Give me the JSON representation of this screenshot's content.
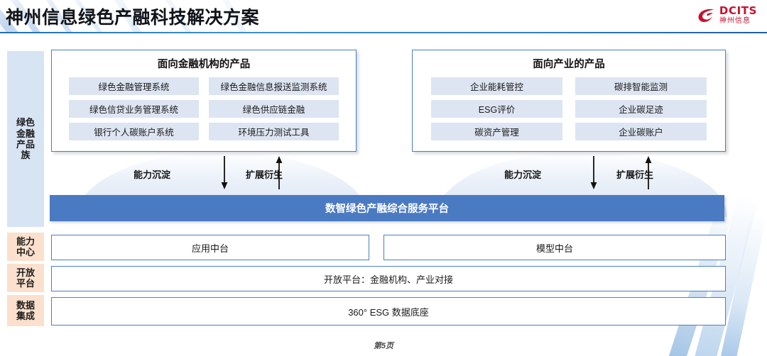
{
  "header": {
    "title": "神州信息绿色产融科技解决方案",
    "logo": {
      "en": "DCITS",
      "cn": "神州信息",
      "color": "#c8102e",
      "icon": "dcits-swoosh-icon"
    }
  },
  "rail": {
    "items": [
      {
        "id": "green-finance-products",
        "lines": [
          "绿色",
          "金融",
          "产品",
          "族"
        ],
        "color": "#d7e4f3"
      },
      {
        "id": "capability-center",
        "lines": [
          "能力",
          "中心"
        ],
        "color": "#fbe0cd"
      },
      {
        "id": "open-platform",
        "lines": [
          "开放",
          "平台"
        ],
        "color": "#fbe0cd"
      },
      {
        "id": "data-integration",
        "lines": [
          "数据",
          "集成"
        ],
        "color": "#fbe0cd"
      }
    ]
  },
  "panels": [
    {
      "id": "financial-institution-products",
      "title": "面向金融机构的产品",
      "chips": [
        "绿色金融管理系统",
        "绿色金融信息报送监测系统",
        "绿色信贷业务管理系统",
        "绿色供应链金融",
        "银行个人碳账户系统",
        "环境压力测试工具"
      ]
    },
    {
      "id": "industry-products",
      "title": "面向产业的产品",
      "chips": [
        "企业能耗管控",
        "碳排智能监测",
        "ESG评价",
        "企业碳足迹",
        "碳资产管理",
        "企业碳账户"
      ]
    }
  ],
  "arrows": {
    "left": {
      "down_label": "能力沉淀",
      "up_label": "扩展衍生"
    },
    "right": {
      "down_label": "能力沉淀",
      "up_label": "扩展衍生"
    }
  },
  "platform": {
    "label": "数智绿色产融综合服务平台",
    "bg": "#4a7ac2",
    "text_color": "#ffffff"
  },
  "lower": {
    "app_center": "应用中台",
    "model_center": "模型中台",
    "open_platform": "开放平台：金融机构、产业对接",
    "data_base": "360° ESG 数据底座"
  },
  "footer": {
    "page": "第5页"
  },
  "colors": {
    "accent_blue": "#4a7ec9",
    "platform_blue": "#4a7ac2",
    "chip_blue": "#dde4f2",
    "rail_blue": "#d7e4f3",
    "rail_peach": "#fbe0cd",
    "brand_red": "#c8102e"
  }
}
